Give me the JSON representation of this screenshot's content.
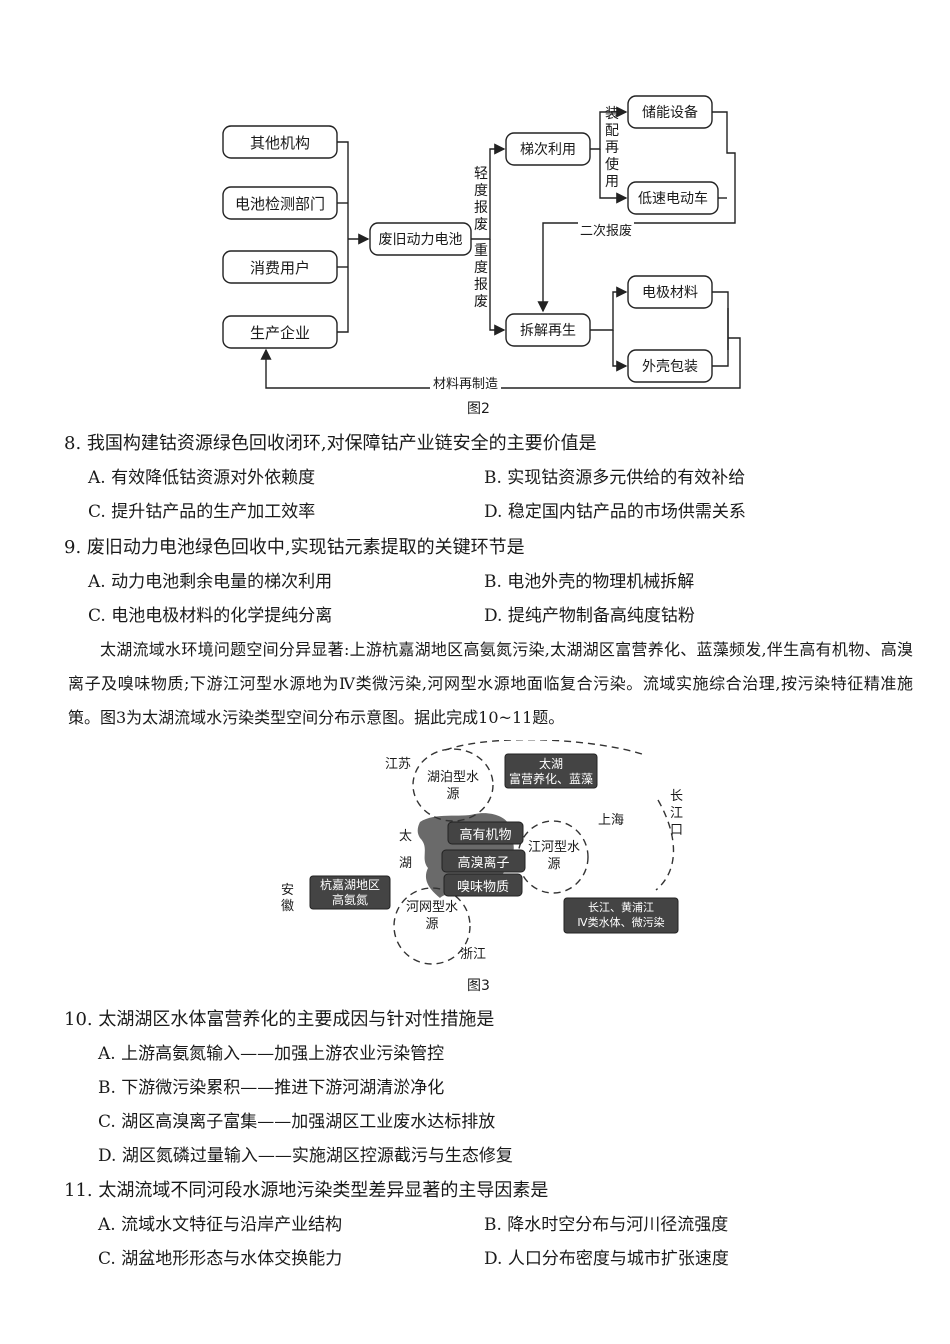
{
  "fig2": {
    "caption": "图2",
    "sources": [
      "其他机构",
      "电池检测部门",
      "消费用户",
      "生产企业"
    ],
    "center": "废旧动力电池",
    "light_scrap": "轻度报废",
    "heavy_scrap": "重度报废",
    "cascade": "梯次利用",
    "reassembly": "装配再使用",
    "storage": "储能设备",
    "low_speed_ev": "低速电动车",
    "second_scrap": "二次报废",
    "dismantle": "拆解再生",
    "electrode": "电极材料",
    "shell": "外壳包装",
    "remanufacture": "材料再制造"
  },
  "q8": {
    "stem": "8. 我国构建钴资源绿色回收闭环,对保障钴产业链安全的主要价值是",
    "A": "A. 有效降低钴资源对外依赖度",
    "B": "B. 实现钴资源多元供给的有效补给",
    "C": "C. 提升钴产品的生产加工效率",
    "D": "D. 稳定国内钴产品的市场供需关系"
  },
  "q9": {
    "stem": "9. 废旧动力电池绿色回收中,实现钴元素提取的关键环节是",
    "A": "A. 动力电池剩余电量的梯次利用",
    "B": "B. 电池外壳的物理机械拆解",
    "C": "C. 电池电极材料的化学提纯分离",
    "D": "D. 提纯产物制备高纯度钴粉"
  },
  "passage": "太湖流域水环境问题空间分异显著:上游杭嘉湖地区高氨氮污染,太湖湖区富营养化、蓝藻频发,伴生高有机物、高溴离子及嗅味物质;下游江河型水源地为Ⅳ类微污染,河网型水源地面临复合污染。流域实施综合治理,按污染特征精准施策。图3为太湖流域水污染类型空间分布示意图。据此完成10~11题。",
  "fig3": {
    "caption": "图3",
    "jiangsu": "江苏",
    "anhui": "安徽",
    "zhejiang": "浙江",
    "shanghai": "上海",
    "taihu_label": "太湖",
    "changjiang_kou": "长江口",
    "lake_source": "湖泊型水源",
    "river_source": "江河型水源",
    "network_source": "河网型水源",
    "taihu_tag": [
      "太湖",
      "富营养化、蓝藻"
    ],
    "organics": "高有机物",
    "bromide": "高溴离子",
    "odor": "嗅味物质",
    "hangjiahu_tag": [
      "杭嘉湖地区",
      "高氨氮"
    ],
    "changjiang_tag": [
      "长江、黄浦江",
      "Ⅳ类水体、微污染"
    ]
  },
  "q10": {
    "stem": "10. 太湖湖区水体富营养化的主要成因与针对性措施是",
    "A": "A. 上游高氨氮输入——加强上游农业污染管控",
    "B": "B. 下游微污染累积——推进下游河湖清淤净化",
    "C": "C. 湖区高溴离子富集——加强湖区工业废水达标排放",
    "D": "D. 湖区氮磷过量输入——实施湖区控源截污与生态修复"
  },
  "q11": {
    "stem": "11. 太湖流域不同河段水源地污染类型差异显著的主导因素是",
    "A": "A. 流域水文特征与沿岸产业结构",
    "B": "B. 降水时空分布与河川径流强度",
    "C": "C. 湖盆地形形态与水体交换能力",
    "D": "D. 人口分布密度与城市扩张速度"
  }
}
